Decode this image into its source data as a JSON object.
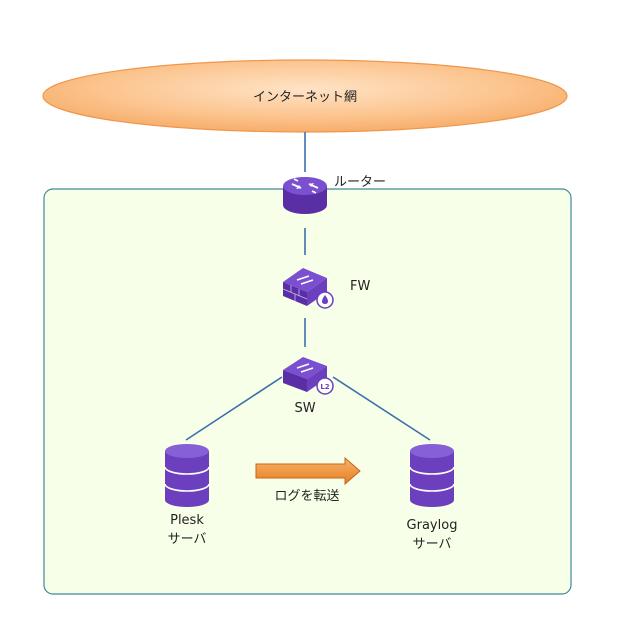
{
  "internet": {
    "label": "インターネット網"
  },
  "router": {
    "label": "ルーター"
  },
  "firewall": {
    "label": "FW"
  },
  "switch": {
    "label": "SW",
    "badge": "L2"
  },
  "plesk_server": {
    "line1": "Plesk",
    "line2": "サーバ"
  },
  "graylog_server": {
    "line1": "Graylog",
    "line2": "サーバ"
  },
  "transfer_arrow": {
    "label": "ログを転送"
  },
  "colors": {
    "cloud_fill": "#fcc48e",
    "cloud_stroke": "#f0964c",
    "network_area_fill": "#f8ffe9",
    "network_area_stroke": "#3e8a98",
    "device_purple": "#6c3fbe",
    "link_line": "#3a6fad",
    "arrow_fill": "#ee8a2f"
  }
}
